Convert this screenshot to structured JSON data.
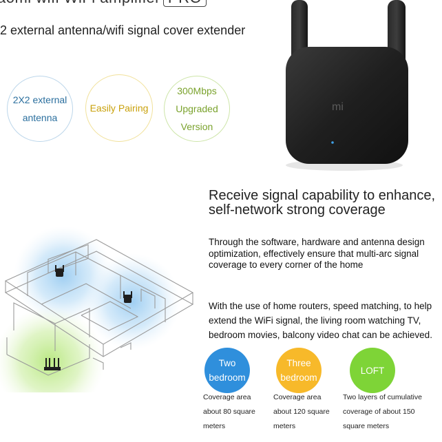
{
  "header": {
    "title_text": "aomi wifi WiFi amplifier",
    "title_model": "PRO",
    "subtitle": "2 external antenna/wifi signal cover extender"
  },
  "features": [
    {
      "line1": "2X2 external",
      "line2": "antenna"
    },
    {
      "line1": "Easily Pairing"
    },
    {
      "line1": "300Mbps",
      "line2": "Upgraded",
      "line3": "Version"
    }
  ],
  "product": {
    "logo": "mi"
  },
  "section": {
    "heading": "Receive signal capability to enhance, self-network strong coverage",
    "para1": "Through the software, hardware and antenna design optimization, effectively ensure that multi-arc signal coverage to every corner of the home",
    "para2": "With the use of home routers, speed matching, to help extend the WiFi signal, the living room watching TV, bedroom movies, balcony video chat can be achieved."
  },
  "coverage": [
    {
      "line1": "Two",
      "line2": "bedroom",
      "cap1": "Coverage area",
      "cap2": "about 80 square",
      "cap3": "meters",
      "color": "#2f8fdc"
    },
    {
      "line1": "Three",
      "line2": "bedroom",
      "cap1": "Coverage area",
      "cap2": "about 120 square",
      "cap3": "meters",
      "color": "#f7b92a"
    },
    {
      "line1": "LOFT",
      "cap1": "Two layers of cumulative",
      "cap2": "coverage of about 150",
      "cap3": "square meters",
      "color": "#7ed437"
    }
  ],
  "colors": {
    "wifi_blue": "#bcdcf4",
    "router_green": "#cdeeb0",
    "device_black": "#1e1e1e"
  }
}
